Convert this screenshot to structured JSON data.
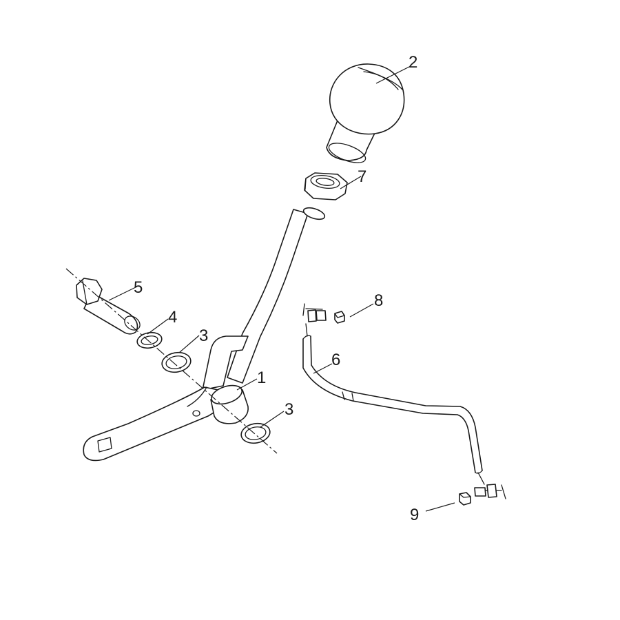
{
  "diagram": {
    "callouts": {
      "c1": "1",
      "c2": "2",
      "c3a": "3",
      "c3b": "3",
      "c4": "4",
      "c5": "5",
      "c6": "6",
      "c7": "7",
      "c8": "8",
      "c9": "9"
    }
  }
}
